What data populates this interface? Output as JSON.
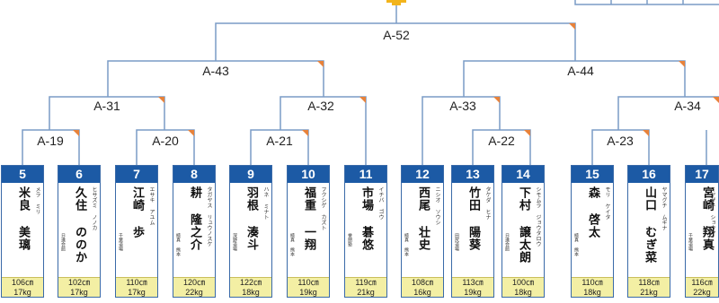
{
  "matches": {
    "a52": "A-52",
    "a43": "A-43",
    "a44": "A-44",
    "a31": "A-31",
    "a32": "A-32",
    "a33": "A-33",
    "a34": "A-34",
    "a19": "A-19",
    "a20": "A-20",
    "a21": "A-21",
    "a22": "A-22",
    "a23": "A-23"
  },
  "players": [
    {
      "num": "5",
      "name": "米良 美璃",
      "kana": "メラ ミリ",
      "club": "",
      "height": "106㎝",
      "weight": "17kg"
    },
    {
      "num": "6",
      "name": "久住 ののか",
      "kana": "ヒサズミ ノノカ",
      "club": "日進会館",
      "height": "102㎝",
      "weight": "17kg"
    },
    {
      "num": "7",
      "name": "江崎 歩",
      "kana": "エサキ アユム",
      "club": "千葉道場",
      "height": "110㎝",
      "weight": "17kg"
    },
    {
      "num": "8",
      "name": "耕 隆之介",
      "kana": "タガヤス リュウノスケ",
      "club": "極真 熊本",
      "height": "120㎝",
      "weight": "22kg"
    },
    {
      "num": "9",
      "name": "羽根 湊斗",
      "kana": "ハネ ミナト",
      "club": "深野道場",
      "height": "122㎝",
      "weight": "18kg"
    },
    {
      "num": "10",
      "name": "福重 一翔",
      "kana": "フクシゲ カズト",
      "club": "極真 熊本",
      "height": "110㎝",
      "weight": "19kg"
    },
    {
      "num": "11",
      "name": "市場 碁悠",
      "kana": "イチバ ゴウ",
      "club": "誉朋塾",
      "height": "119㎝",
      "weight": "21kg"
    },
    {
      "num": "12",
      "name": "西尾 壮史",
      "kana": "ニシオ ソウシ",
      "club": "極真 熊本",
      "height": "108㎝",
      "weight": "16kg"
    },
    {
      "num": "13",
      "name": "竹田 陽葵",
      "kana": "タケダ ヒナ",
      "club": "田尻道場",
      "height": "113㎝",
      "weight": "19kg"
    },
    {
      "num": "14",
      "name": "下村 譲太朗",
      "kana": "シモムラ ジョウタロウ",
      "club": "日進会館",
      "height": "100㎝",
      "weight": "18kg"
    },
    {
      "num": "15",
      "name": "森 啓太",
      "kana": "モリ ケイタ",
      "club": "極真 熊本",
      "height": "110㎝",
      "weight": "18kg"
    },
    {
      "num": "16",
      "name": "山口 むぎ菜",
      "kana": "ヤマグチ ムギナ",
      "club": "",
      "height": "118㎝",
      "weight": "21kg"
    },
    {
      "num": "17",
      "name": "宮崎 翔真",
      "kana": "ミヤザキ ショウマ",
      "club": "千葉道場",
      "height": "116㎝",
      "weight": "22kg"
    }
  ],
  "colors": {
    "line": "#7a9cc6",
    "header": "#1c5aa5",
    "stats_bg": "#f3efa4",
    "flag": "#e8823a",
    "trophy": "#f2b41c"
  }
}
